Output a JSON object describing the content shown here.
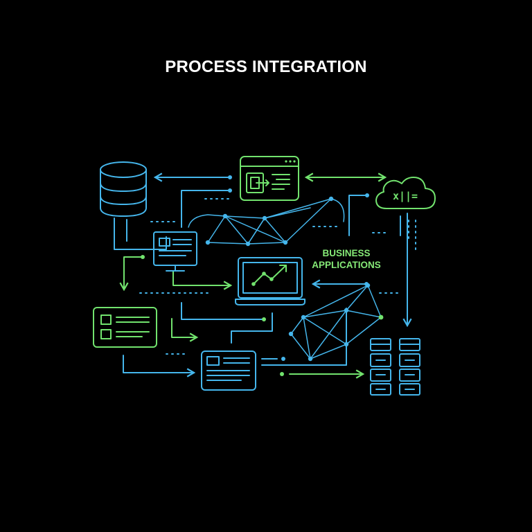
{
  "title": "PROCESS INTEGRATION",
  "label": {
    "line1": "BUSINESS",
    "line2": "APPLICATIONS"
  },
  "cloud_text": "x||=",
  "colors": {
    "background": "#000000",
    "title": "#ffffff",
    "blue": "#45b6ec",
    "green": "#72e36e",
    "label": "#86ea77"
  },
  "icons": {
    "database": "database-icon",
    "window": "browser-window-icon",
    "cloud": "cloud-icon",
    "monitor": "monitor-icon",
    "laptop": "laptop-chart-icon",
    "form": "form-checklist-icon",
    "document": "document-panel-icon",
    "servers": "server-rack-icon"
  }
}
